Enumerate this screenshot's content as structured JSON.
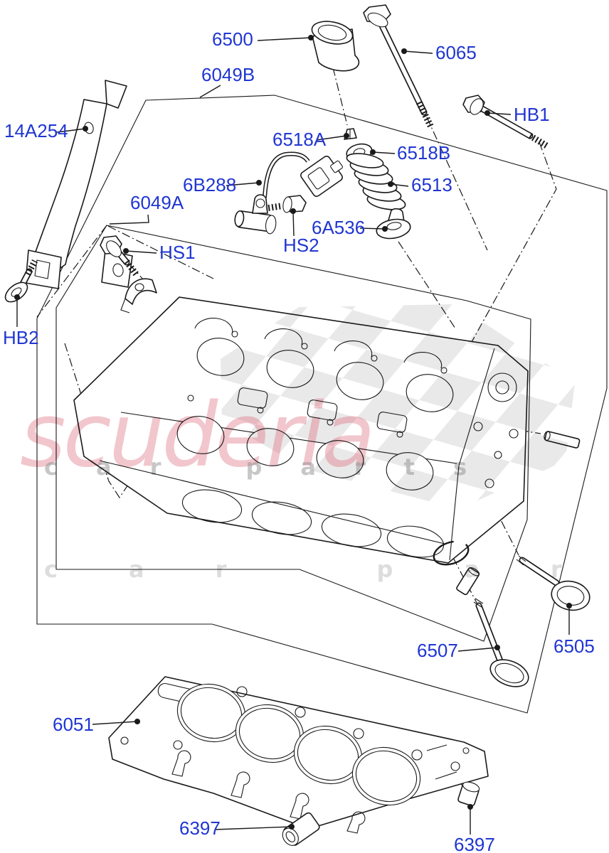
{
  "watermark": {
    "brand": "scuderia",
    "subtitle": "car parts",
    "subtitle2": "car parts",
    "brand_color": "#dd6b7b",
    "subtitle_color": "#8f8f8f",
    "checker_color": "#d7d7d7"
  },
  "diagram": {
    "title": "Cylinder Head exploded parts diagram",
    "label_color": "#2036d2",
    "line_color": "#1a1a1a",
    "labels": {
      "l6500": "6500",
      "l6049b": "6049B",
      "l6065": "6065",
      "lhb1": "HB1",
      "l14a254": "14A254",
      "l6518a": "6518A",
      "l6518b": "6518B",
      "l6b288": "6B288",
      "l6513": "6513",
      "l6049a": "6049A",
      "l6a536": "6A536",
      "lhs2": "HS2",
      "lhs1": "HS1",
      "lhb2": "HB2",
      "l6507": "6507",
      "l6505": "6505",
      "l6051": "6051",
      "l6397a": "6397",
      "l6397b": "6397"
    }
  }
}
